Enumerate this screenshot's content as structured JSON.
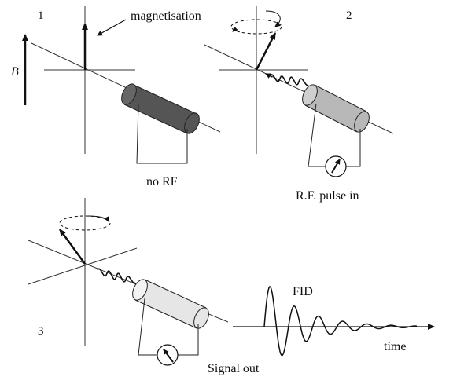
{
  "panels": [
    {
      "number": "1",
      "caption": "no RF"
    },
    {
      "number": "2",
      "caption": "R.F. pulse in"
    },
    {
      "number": "3",
      "caption": "Signal out"
    }
  ],
  "labels": {
    "magnetisation": "magnetisation",
    "field": "B",
    "fid": "FID",
    "time_axis": "time"
  },
  "colors": {
    "coil_dark": "#555555",
    "coil_mid": "#b8b8b8",
    "coil_light": "#e6e6e6",
    "ink": "#111111"
  },
  "icons": [
    "meter-icon",
    "rotation-arrow-icon",
    "wave-icon"
  ]
}
